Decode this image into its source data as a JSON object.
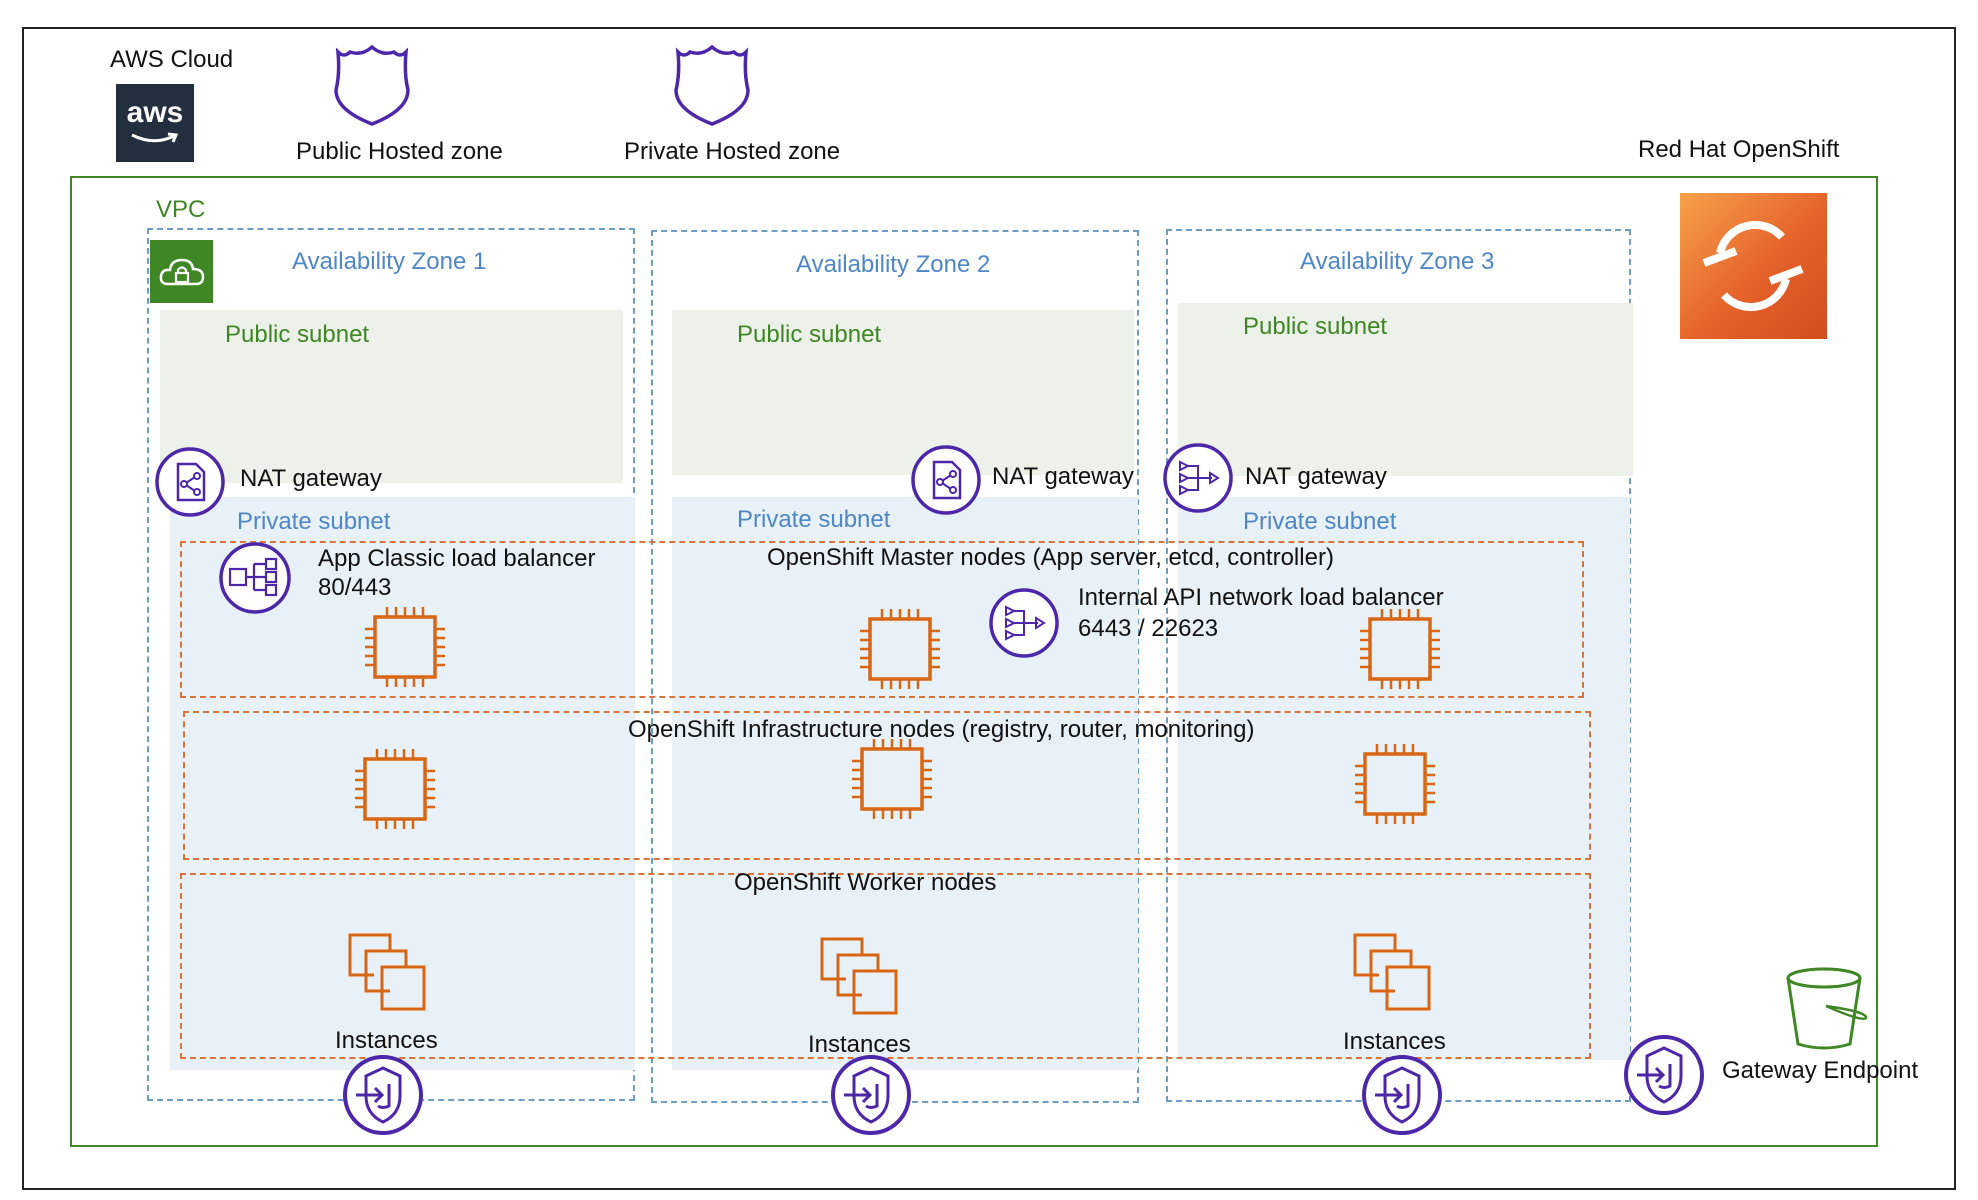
{
  "header": {
    "aws_cloud": "AWS Cloud",
    "aws_logo_text": "aws",
    "public_hosted_zone": "Public Hosted zone",
    "private_hosted_zone": "Private Hosted zone",
    "red_hat_openshift": "Red Hat OpenShift"
  },
  "vpc": {
    "label": "VPC"
  },
  "zones": [
    {
      "title": "Availability Zone 1",
      "public_subnet": "Public subnet",
      "nat": "NAT gateway",
      "private_subnet": "Private subnet",
      "instances": "Instances"
    },
    {
      "title": "Availability Zone 2",
      "public_subnet": "Public subnet",
      "nat": "NAT gateway",
      "private_subnet": "Private subnet",
      "instances": "Instances"
    },
    {
      "title": "Availability Zone 3",
      "public_subnet": "Public subnet",
      "nat": "NAT gateway",
      "private_subnet": "Private subnet",
      "instances": "Instances"
    }
  ],
  "app_lb": {
    "name": "App Classic load balancer",
    "ports": "80/443"
  },
  "internal_lb": {
    "name": "Internal API network load balancer",
    "ports": "6443 / 22623"
  },
  "tiers": {
    "master": "OpenShift Master nodes (App server, etcd, controller)",
    "infra": "OpenShift Infrastructure nodes (registry, router, monitoring)",
    "worker": "OpenShift Worker nodes"
  },
  "gateway_endpoint": "Gateway Endpoint",
  "colors": {
    "vpc": "#3f8624",
    "az": "#6d9dc5",
    "tier": "#d8743a",
    "compute": "#d86613",
    "network": "#4d27aa",
    "s3": "#3f8624",
    "aws_logo_bg": "#232f3e",
    "openshift": "#e5622a"
  }
}
